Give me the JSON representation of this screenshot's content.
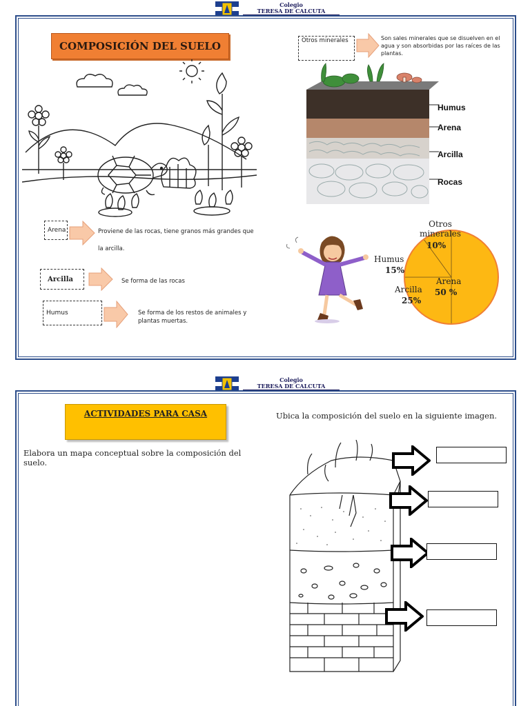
{
  "header": {
    "school_line1": "Colegio",
    "school_line2": "TERESA DE CALCUTA"
  },
  "page1": {
    "title": "COMPOSICIÓN DEL SUELO",
    "definitions": [
      {
        "term": "Arena",
        "description": "Proviene de las rocas, tiene granos más grandes que la arcilla."
      },
      {
        "term": "Arcilla",
        "description": "Se forma de las rocas"
      },
      {
        "term": "Humus",
        "description": "Se forma de los restos de animales y plantas muertas."
      },
      {
        "term": "Otros minerales",
        "description": "Son sales minerales que se disuelven en el agua y son absorbidas por las raíces de las plantas."
      }
    ],
    "soil_layers": [
      "Humus",
      "Arena",
      "Arcilla",
      "Rocas"
    ]
  },
  "chart_data": {
    "type": "pie",
    "slices": [
      {
        "label": "Arena",
        "value": 50,
        "display": "50 %"
      },
      {
        "label": "Arcilla",
        "value": 25,
        "display": "25%"
      },
      {
        "label": "Humus",
        "value": 15,
        "display": "15%"
      },
      {
        "label": "Otros minerales",
        "value": 10,
        "display": "10%"
      }
    ],
    "colors": {
      "fill": "#fdb813",
      "stroke": "#f07f33"
    }
  },
  "page2": {
    "activity_title": "ACTIVIDADES PARA CASA",
    "instruction_left": "Elabora un mapa conceptual sobre la composición del suelo.",
    "instruction_right": "Ubica la composición del suelo en la siguiente imagen."
  },
  "colors": {
    "border": "#2c4d8a",
    "title_orange": "#f07f33",
    "activity_yellow": "#ffc000",
    "arrow_peach": "#f9c9a8"
  }
}
